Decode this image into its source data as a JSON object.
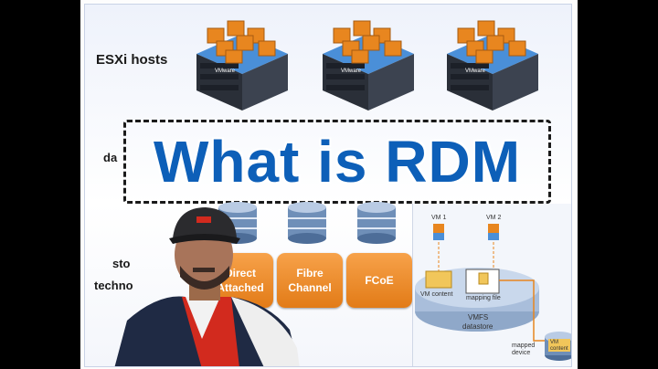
{
  "slide": {
    "esxi_label": "ESXi hosts",
    "datastore_label_partial": "da",
    "storage_label_partial": "sto",
    "technology_label_partial": "techno",
    "headline": "What is RDM",
    "host_brand": "VMware"
  },
  "storage_types": [
    {
      "label": "Direct\nAttached"
    },
    {
      "label": "Fibre\nChannel"
    },
    {
      "label": "FCoE"
    }
  ],
  "rdm_diagram": {
    "vm1_label": "VM 1",
    "vm2_label": "VM 2",
    "vm_content_label": "VM content",
    "mapping_file_label": "mapping file",
    "vmfs_label": "VMFS",
    "datastore_label": "datastore",
    "mapped_device_label": "mapped\ndevice",
    "device_content_label": "VM\ncontent"
  },
  "colors": {
    "headline": "#0d5fb8",
    "orange": "#e8861f",
    "server_dark": "#2a2f38"
  }
}
